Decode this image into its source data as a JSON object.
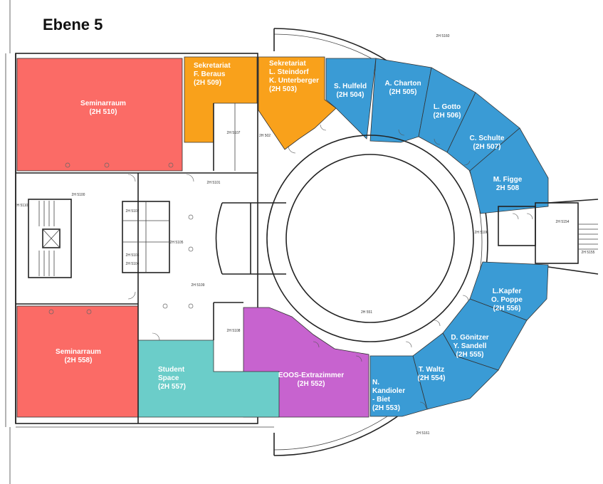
{
  "title": "Ebene 5",
  "colors": {
    "seminar": "#fb6b66",
    "office_orange": "#f9a11b",
    "office_blue": "#3a9bd5",
    "student": "#6bcdc9",
    "eoos": "#c763cf"
  },
  "rooms": {
    "r510": {
      "lines": [
        "Seminarraum",
        "(2H 510)"
      ]
    },
    "r558": {
      "lines": [
        "Seminarraum",
        "(2H 558)"
      ]
    },
    "r509": {
      "lines": [
        "Sekretariat",
        "F. Beraus",
        "(2H 509)"
      ]
    },
    "r503": {
      "lines": [
        "Sekretariat",
        "L. Steindorf",
        "K. Unterberger",
        "(2H 503)"
      ]
    },
    "r504": {
      "lines": [
        "S. Hulfeld",
        "(2H 504)"
      ]
    },
    "r505": {
      "lines": [
        "A. Charton",
        "(2H 505)"
      ]
    },
    "r506": {
      "lines": [
        "L. Gotto",
        "(2H 506)"
      ]
    },
    "r507": {
      "lines": [
        "C. Schulte",
        "(2H 507)"
      ]
    },
    "r508": {
      "lines": [
        "M. Figge",
        "2H 508"
      ]
    },
    "r556": {
      "lines": [
        "L.Kapfer",
        "O. Poppe",
        "(2H 556)"
      ]
    },
    "r555": {
      "lines": [
        "D. Gönitzer",
        "Y. Sandell",
        "(2H 555)"
      ]
    },
    "r554": {
      "lines": [
        "T. Waltz",
        "(2H 554)"
      ]
    },
    "r553": {
      "lines": [
        "N.",
        "Kandioler",
        "- Biet",
        "(2H 553)"
      ]
    },
    "r552": {
      "lines": [
        "EOOS-Extrazimmer",
        "(2H 552)"
      ]
    },
    "r557": {
      "lines": [
        "Student",
        "Space",
        "(2H 557)"
      ]
    }
  },
  "small_labels": {
    "s5100": "2H 5100",
    "s5110": "2H 5110",
    "s5101": "2H 5101",
    "s5107": "2H 5107",
    "s502": "2H 502",
    "s5102": "2H 5102",
    "s5103": "2H 5103",
    "s5104": "2H 5104",
    "s5105": "2H 5105",
    "s5109": "2H 5109",
    "s5108": "2H 5108",
    "s551": "2H 551",
    "s5160": "2H 5160",
    "s5161": "2H 5161",
    "s5106": "2H 5106",
    "s5154": "2H 5154",
    "s5155": "2H 5155"
  }
}
